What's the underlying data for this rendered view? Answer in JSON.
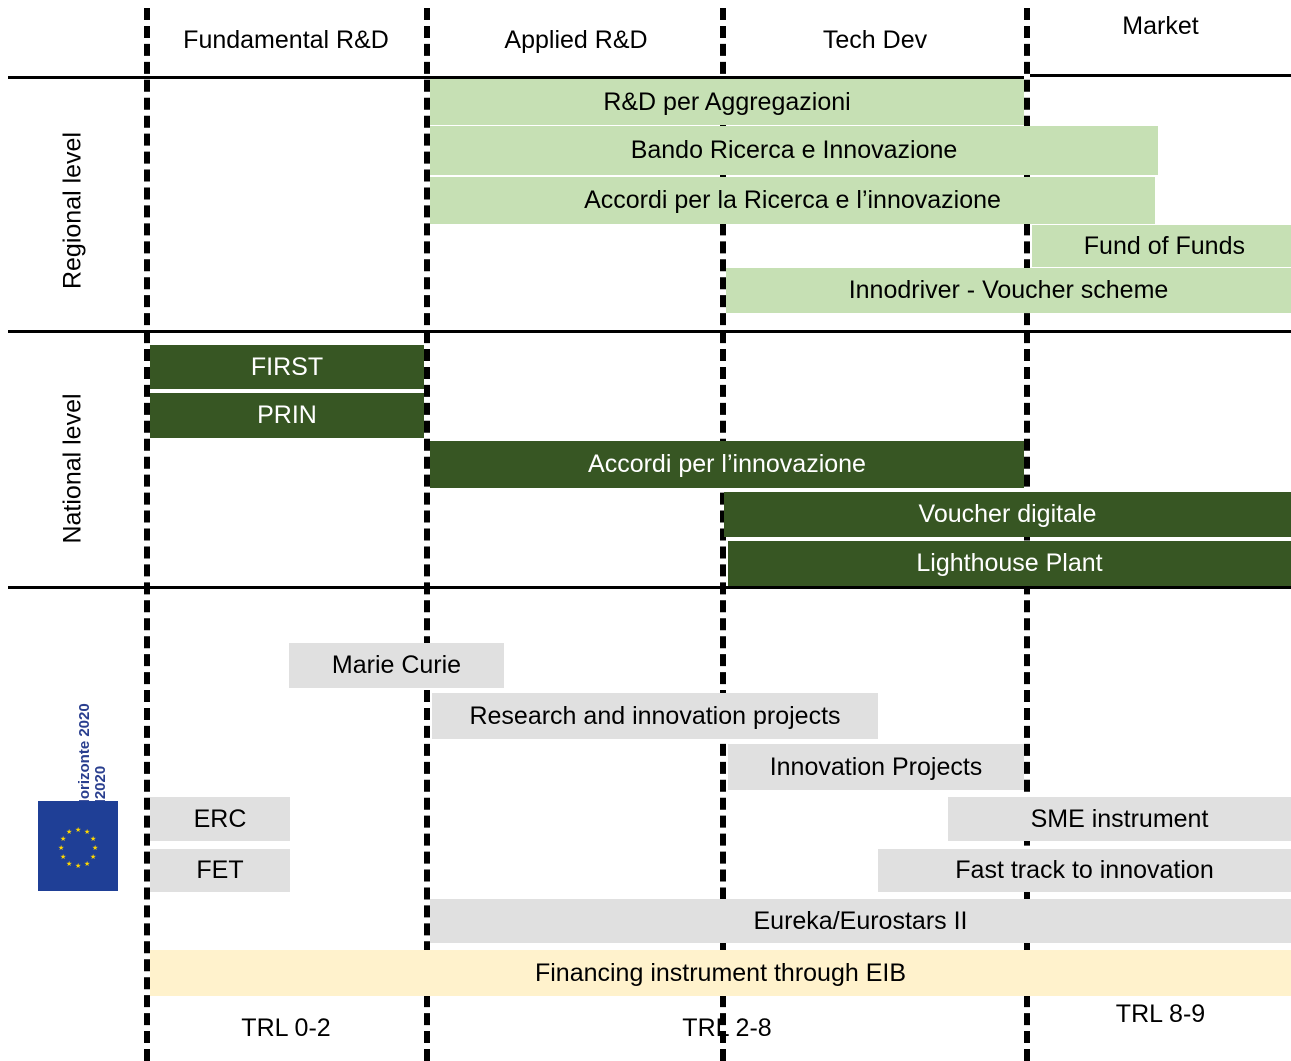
{
  "columns": {
    "fundamental": "Fundamental R&D",
    "applied": "Applied R&D",
    "tech_dev": "Tech Dev",
    "market": "Market"
  },
  "levels": {
    "regional": "Regional level",
    "national": "National level"
  },
  "regional_bars": {
    "rd_aggregazioni": "R&D per Aggregazioni",
    "bando": "Bando Ricerca e Innovazione",
    "accordi_ricerca": "Accordi per la Ricerca e l’innovazione",
    "fund_of_funds": "Fund of Funds",
    "innodriver": "Innodriver -  Voucher scheme"
  },
  "national_bars": {
    "first": "FIRST",
    "prin": "PRIN",
    "accordi_innovazione": "Accordi per l’innovazione",
    "voucher_digitale": "Voucher digitale",
    "lighthouse": "Lighthouse Plant"
  },
  "eu_bars": {
    "marie_curie": "Marie Curie",
    "research_projects": "Research and innovation projects",
    "innovation_projects": "Innovation Projects",
    "erc": "ERC",
    "sme": "SME instrument",
    "fet": "FET",
    "fast_track": "Fast track to innovation",
    "eureka": "Eureka/Eurostars II",
    "eib": "Financing instrument through EIB"
  },
  "logo": {
    "line1": "Horizonte 2020",
    "line2": "H2020",
    "flag_icon": "eu-flag-icon"
  },
  "trl": {
    "first": "TRL 0-2",
    "second": "TRL 2-8",
    "third": "TRL 8-9"
  },
  "colors": {
    "regional": "#c6e0b4",
    "national": "#375623",
    "eu": "#e0e0e0",
    "eib": "#fff2cc"
  }
}
